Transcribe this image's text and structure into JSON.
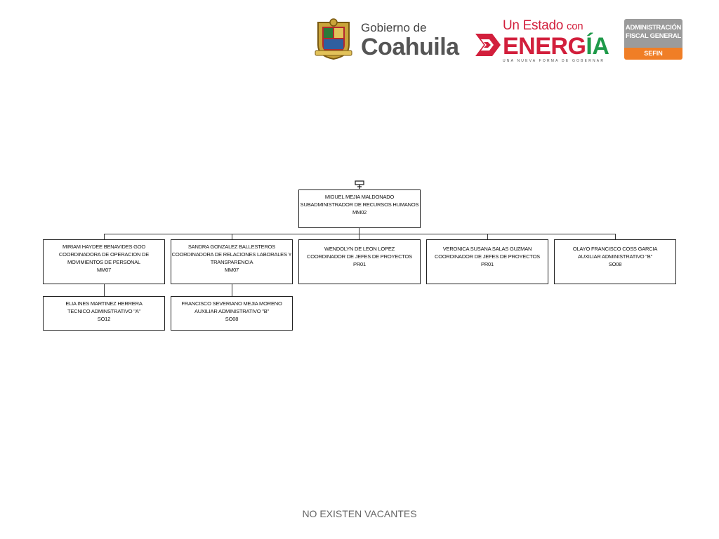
{
  "header": {
    "gobierno": {
      "line1": "Gobierno de",
      "line2": "Coahuila",
      "seal_icon": "coat-of-arms-icon"
    },
    "energia": {
      "line1": "Un Estado",
      "line1b": "con",
      "line2a": "ENERG",
      "line2b": "ÍA",
      "tagline": "UNA NUEVA FORMA DE GOBERNAR",
      "arrow_icon": "energy-arrow-icon"
    },
    "afg": {
      "line1": "ADMINISTRACIÓN",
      "line2": "FISCAL GENERAL",
      "line3": "SEFIN"
    },
    "colors": {
      "red": "#d21f3c",
      "green": "#1f9a4a",
      "gray": "#9b9b9b",
      "orange": "#f07e26"
    }
  },
  "org": {
    "root": {
      "name": "MIGUEL MEJIA MALDONADO",
      "title": "SUBADMINISTRADOR DE RECURSOS HUMANOS",
      "code": "MM02"
    },
    "children": [
      {
        "name": "MIRIAM HAYDEE BENAVIDES GOO",
        "title1": "COORDINADORA DE OPERACION DE",
        "title2": "MOVIMIENTOS DE PERSONAL",
        "code": "MM07",
        "sub": {
          "name": "ELIA INES MARTINEZ HERRERA",
          "title": "TECNICO ADMINSTRATIVO \"A\"",
          "code": "SO12"
        }
      },
      {
        "name": "SANDRA GONZALEZ BALLESTEROS",
        "title1": "COORDINADORA DE RELACIONES LABORALES Y",
        "title2": "TRANSPARENCIA",
        "code": "MM07",
        "sub": {
          "name": "FRANCISCO SEVERIANO MEJIA MORENO",
          "title": "AUXILIAR ADMINISTRATIVO \"B\"",
          "code": "SO08"
        }
      },
      {
        "name": "WENDOLYN DE LEON LOPEZ",
        "title1": "COORDINADOR DE JEFES DE PROYECTOS",
        "code": "PR01"
      },
      {
        "name": "VERONICA SUSANA SALAS GUZMAN",
        "title1": "COORDINADOR DE JEFES DE PROYECTOS",
        "code": "PR01"
      },
      {
        "name": "OLAYO FRANCISCO COSS GARCIA",
        "title1": "AUXILIAR ADMINISTRATIVO \"B\"",
        "code": "SO08"
      }
    ]
  },
  "footer": {
    "text": "NO EXISTEN VACANTES"
  }
}
